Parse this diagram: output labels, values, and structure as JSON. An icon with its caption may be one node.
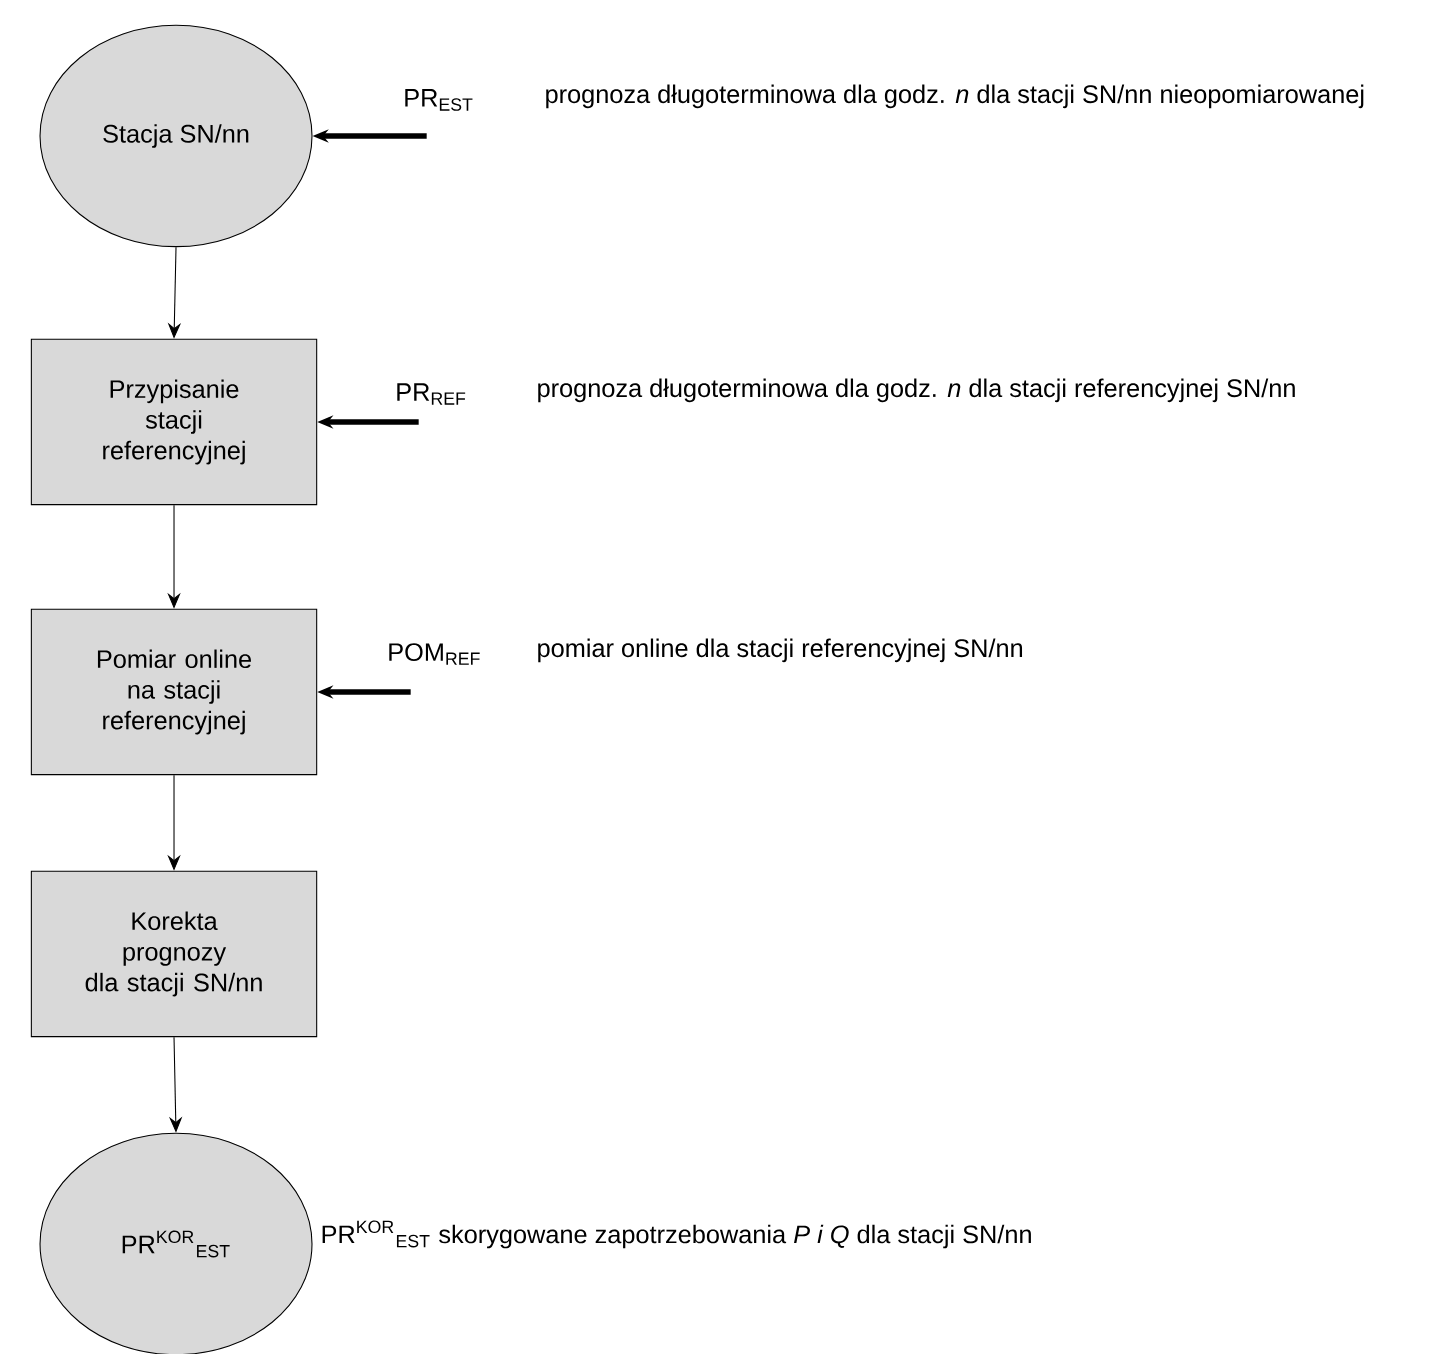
{
  "diagram": {
    "nodes": [
      {
        "text": [
          "Stacja SN/nn"
        ]
      },
      {
        "text": [
          "Przypisanie stacji referencyjnej"
        ]
      },
      {
        "text": [
          "Pomiar online na stacji referencyjnej"
        ]
      },
      {
        "text": [
          "Korekta prognozy dla stacji SN/nn"
        ]
      },
      {
        "text": [
          "PR$^{KOR}$$_{EST}$"
        ],
        "beside": [
          "PR$^{KOR}$$_{EST}$ skorygowane zapotrzebowania *P i Q* dla stacji SN/nn"
        ]
      },
      {
        "text": [
          "PR$_{EST}$"
        ],
        "beside": [
          "prognoza długoterminowa dla godz. *n* dla stacji SN/nn nieopomiarowanej"
        ]
      },
      {
        "text": [
          "PR$_{REF}$"
        ],
        "beside": [
          "prognoza długoterminowa dla godz. *n* dla stacji referencyjnej SN/nn"
        ]
      },
      {
        "text": [
          "POM$_{REF}$"
        ],
        "beside": [
          "pomiar online dla stacji referencyjnej SN/nn"
        ]
      }
    ],
    "edges": [
      {
        "from": 0,
        "to": 1,
        "arrow": "to"
      },
      {
        "from": 1,
        "to": 2,
        "arrow": "to"
      },
      {
        "from": 2,
        "to": 3,
        "arrow": "to"
      },
      {
        "from": 3,
        "to": 4,
        "arrow": "to"
      },
      {
        "from": 5,
        "to": 0,
        "arrow": "to",
        "style": "thick"
      },
      {
        "from": 6,
        "to": 1,
        "arrow": "to",
        "style": "thick"
      },
      {
        "from": 7,
        "to": 2,
        "arrow": "to",
        "style": "thick"
      }
    ]
  }
}
